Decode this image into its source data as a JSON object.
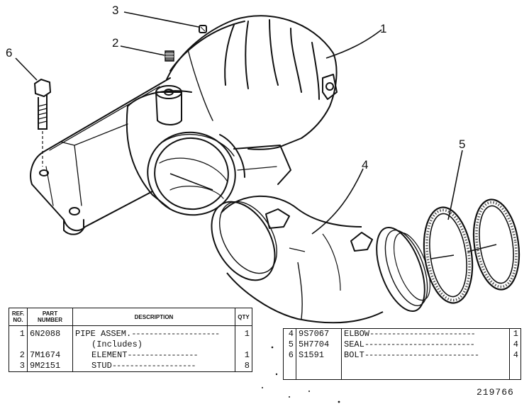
{
  "callouts": [
    "1",
    "2",
    "3",
    "4",
    "5",
    "6"
  ],
  "left_table": {
    "headers": {
      "ref_no_1": "REF.",
      "ref_no_2": "NO.",
      "part_number_1": "PART",
      "part_number_2": "NUMBER",
      "description": "DESCRIPTION",
      "qty": "QTY"
    },
    "rows": [
      {
        "ref": "1",
        "part": "6N2088",
        "desc": "PIPE ASSEM.",
        "qty": "1"
      },
      {
        "ref": "",
        "part": "",
        "desc": "(Includes)",
        "qty": ""
      },
      {
        "ref": "2",
        "part": "7M1674",
        "desc": "ELEMENT",
        "qty": "1"
      },
      {
        "ref": "3",
        "part": "9M2151",
        "desc": "STUD",
        "qty": "8"
      }
    ]
  },
  "right_table": {
    "rows": [
      {
        "ref": "4",
        "part": "9S7067",
        "desc": "ELBOW",
        "qty": "1"
      },
      {
        "ref": "5",
        "part": "5H7704",
        "desc": "SEAL",
        "qty": "4"
      },
      {
        "ref": "6",
        "part": "S1591",
        "desc": "BOLT",
        "qty": "4"
      }
    ]
  },
  "drawing_number": "219766"
}
